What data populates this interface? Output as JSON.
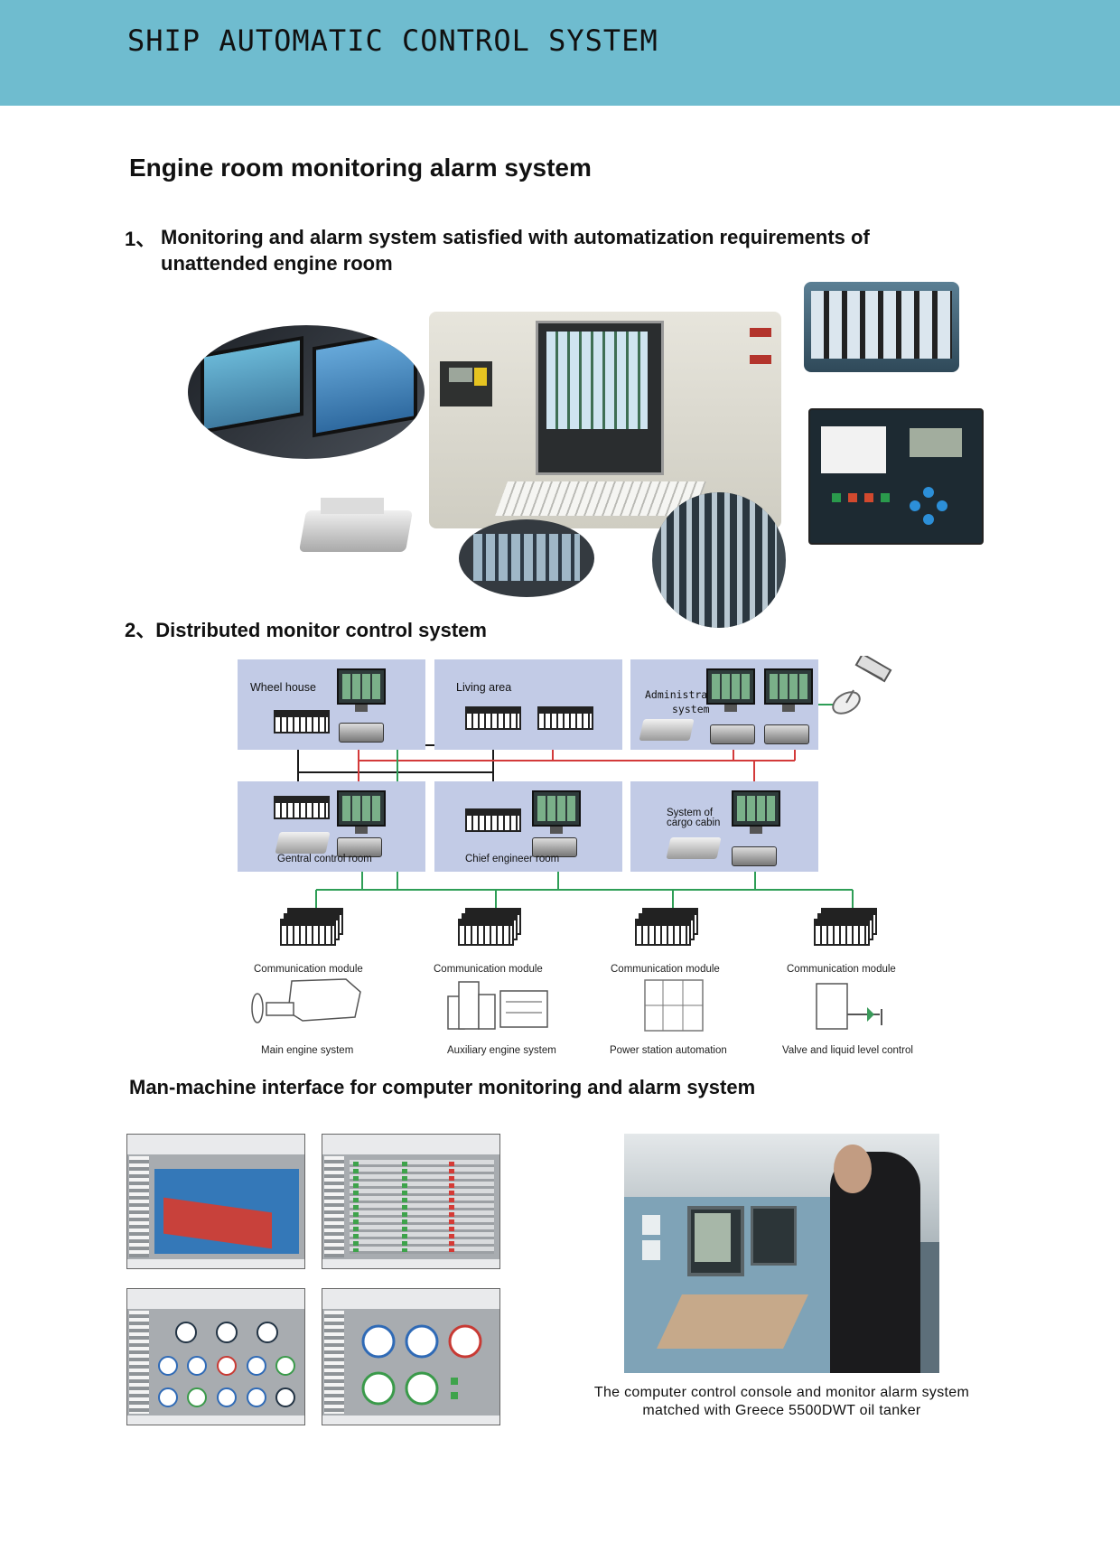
{
  "header": {
    "title": "SHIP AUTOMATIC CONTROL SYSTEM"
  },
  "section_title": "Engine room monitoring alarm system",
  "item1": {
    "number": "1、",
    "line1": "Monitoring and alarm system satisfied with automatization requirements of",
    "line2": "unattended engine room"
  },
  "item2": {
    "heading": "2、Distributed monitor control system"
  },
  "diagram": {
    "zones": {
      "wheel_house": "Wheel house",
      "living_area": "Living area",
      "administrative_line1": "Administrative",
      "administrative_line2": "system",
      "gentral_control": "Gentral control room",
      "chief_engineer": "Chief engineer room",
      "cargo_line1": "System of",
      "cargo_line2": "cargo cabin"
    },
    "module_label": "Communication module",
    "systems": [
      "Main engine system",
      "Auxiliary engine system",
      "Power station automation",
      "Valve and liquid level control"
    ],
    "colors": {
      "zone_fill": "#c2cbe6",
      "green_line": "#2e9e56",
      "red_line": "#d33a3a",
      "black_line": "#1a1a1a"
    }
  },
  "hmi_heading": "Man-machine interface for computer monitoring and alarm system",
  "photo_caption": {
    "line1": "The computer control console and monitor alarm system",
    "line2": "matched with Greece 5500DWT oil tanker"
  },
  "colors": {
    "banner": "#6fbccf"
  }
}
